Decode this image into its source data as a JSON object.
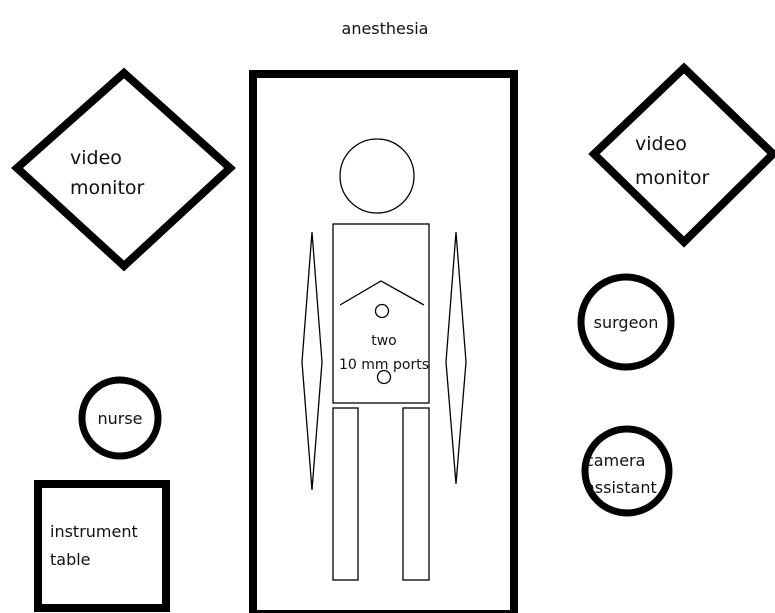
{
  "labels": {
    "anesthesia": "anesthesia",
    "monitor_left_line1": "video",
    "monitor_left_line2": "monitor",
    "monitor_right_line1": "video",
    "monitor_right_line2": "monitor",
    "surgeon": "surgeon",
    "nurse": "nurse",
    "camera_line1": "camera",
    "camera_line2": "assistant",
    "table_line1": "instrument",
    "table_line2": "table",
    "ports_line1": "two",
    "ports_line2": "10 mm ports"
  },
  "colors": {
    "stroke": "#000000",
    "background": "#ffffff",
    "text": "#111111"
  }
}
